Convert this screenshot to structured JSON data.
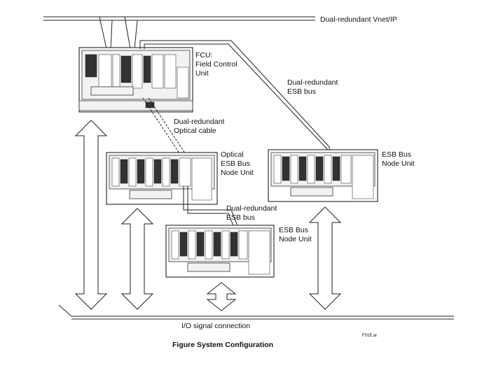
{
  "labels": {
    "vnet": "Dual-redundant Vnet/IP",
    "fcu_line1": "FCU:",
    "fcu_line2": "Field Control",
    "fcu_line3": "Unit",
    "esb_bus_top_line1": "Dual-redundant",
    "esb_bus_top_line2": "ESB bus",
    "optical_cable_line1": "Dual-redundant",
    "optical_cable_line2": "Optical cable",
    "optical_node_line1": "Optical",
    "optical_node_line2": "ESB Bus",
    "optical_node_line3": "Node Unit",
    "esb_node_right_line1": "ESB Bus",
    "esb_node_right_line2": "Node Unit",
    "esb_bus_mid_line1": "Dual-redundant",
    "esb_bus_mid_line2": "ESB bus",
    "esb_node_bottom_line1": "ESB Bus",
    "esb_node_bottom_line2": "Node Unit",
    "io_connection": "I/O signal connection",
    "figure_id": "F01E.ai",
    "caption": "Figure  System Configuration"
  }
}
